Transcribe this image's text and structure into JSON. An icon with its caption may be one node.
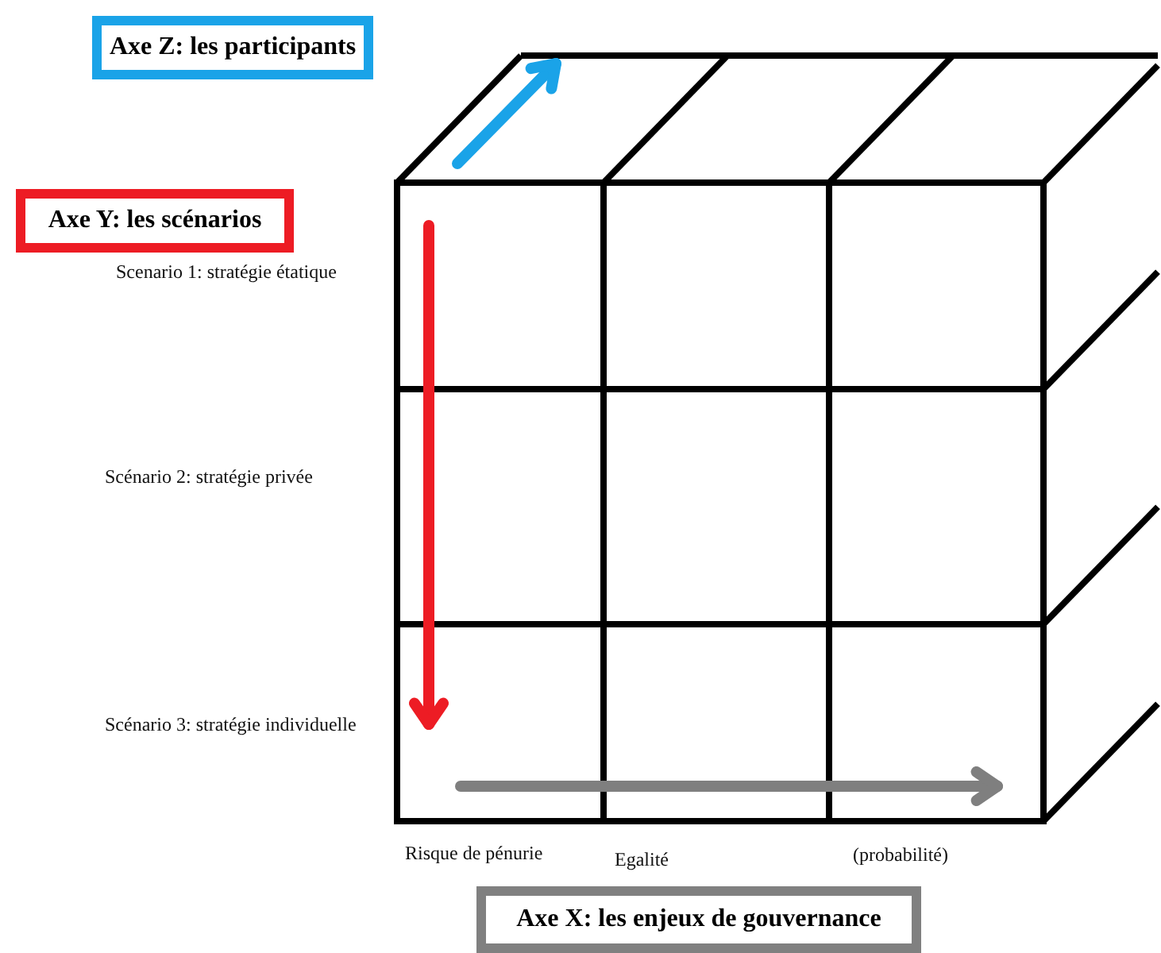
{
  "diagram": {
    "nodes": [
      {
        "text": [
          "Axe Z: les participants"
        ]
      },
      {
        "text": [
          "Axe Y: les scénarios"
        ]
      },
      {
        "text": [
          "Axe X: les enjeux de gouvernance"
        ]
      }
    ],
    "labels": [
      "Scenario 1: stratégie étatique",
      "Scénario 2: stratégie privée",
      "Scénario 3: stratégie individuelle",
      "Risque de pénurie",
      "Egalité",
      "(probabilité)"
    ]
  }
}
